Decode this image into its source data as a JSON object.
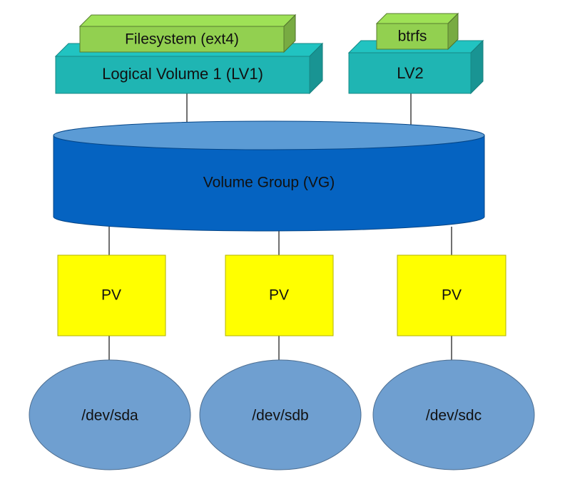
{
  "colors": {
    "filesystem": "#92d050",
    "logical_volume": "#1fb5b3",
    "volume_group": "#0563c1",
    "volume_group_top": "#5b9bd5",
    "physical_volume": "#ffff00",
    "device": "#6f9fd0",
    "edge": "#111111"
  },
  "logical_volumes": [
    {
      "label": "Logical Volume 1 (LV1)",
      "filesystem": "Filesystem (ext4)"
    },
    {
      "label": "LV2",
      "filesystem": "btrfs"
    }
  ],
  "volume_group": {
    "label": "Volume Group (VG)"
  },
  "physical_volumes": [
    {
      "label": "PV",
      "device": "/dev/sda"
    },
    {
      "label": "PV",
      "device": "/dev/sdb"
    },
    {
      "label": "PV",
      "device": "/dev/sdc"
    }
  ],
  "edges": [
    {
      "from": "logical_volumes.0",
      "to": "volume_group"
    },
    {
      "from": "logical_volumes.1",
      "to": "volume_group"
    },
    {
      "from": "volume_group",
      "to": "physical_volumes.0"
    },
    {
      "from": "volume_group",
      "to": "physical_volumes.1"
    },
    {
      "from": "volume_group",
      "to": "physical_volumes.2"
    },
    {
      "from": "physical_volumes.0",
      "to": "physical_volumes.0.device"
    },
    {
      "from": "physical_volumes.1",
      "to": "physical_volumes.1.device"
    },
    {
      "from": "physical_volumes.2",
      "to": "physical_volumes.2.device"
    }
  ]
}
